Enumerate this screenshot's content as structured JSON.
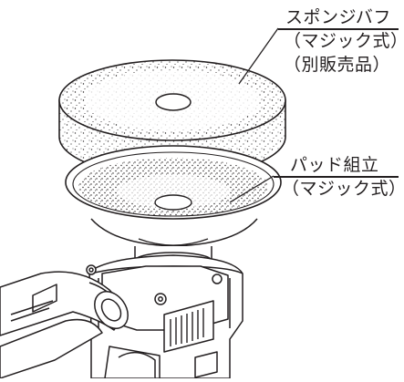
{
  "callouts": {
    "sponge_buff": {
      "name": "スポンジバフ",
      "type": "（マジック式）",
      "note": "（別販売品）"
    },
    "pad_assembly": {
      "name": "パッド組立",
      "type": "（マジック式）"
    }
  },
  "colors": {
    "ink": "#231f20",
    "background": "#ffffff"
  }
}
